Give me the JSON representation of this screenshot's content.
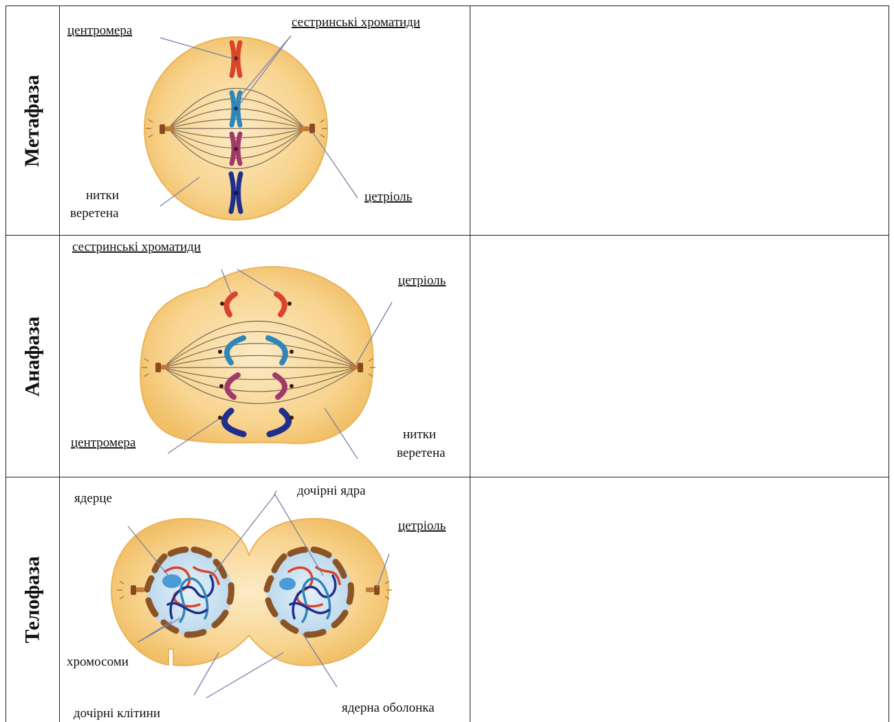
{
  "stages": [
    {
      "name": "Метафаза",
      "labels": {
        "centromere": "центромера",
        "sister_chromatids": "сестринські хроматиди",
        "spindle_line1": "нитки",
        "spindle_line2": "веретена",
        "centriole": "цетріоль"
      }
    },
    {
      "name": "Анафаза",
      "labels": {
        "sister_chromatids": "сестринські хроматиди",
        "centriole": "цетріоль",
        "centromere": "центромера",
        "spindle_line1": "нитки",
        "spindle_line2": "веретена"
      }
    },
    {
      "name": "Телофаза",
      "labels": {
        "nucleolus": "ядерце",
        "daughter_nuclei": "дочірні ядра",
        "centriole": "цетріоль",
        "chromosomes": "хромосоми",
        "daughter_cells": "дочірні клітини",
        "nuclear_envelope": "ядерна оболонка"
      }
    }
  ],
  "colors": {
    "cell_fill": "#f7cf83",
    "cell_inner": "#fbe7bf",
    "chromosome_red": "#d9442b",
    "chromosome_teal": "#2e86b8",
    "chromosome_magenta": "#a03a6a",
    "chromosome_navy": "#1f2f8c",
    "nucleus_fill": "#cfe3f2",
    "envelope_brown": "#8a5426",
    "pointer_line": "#7a7fa8"
  }
}
